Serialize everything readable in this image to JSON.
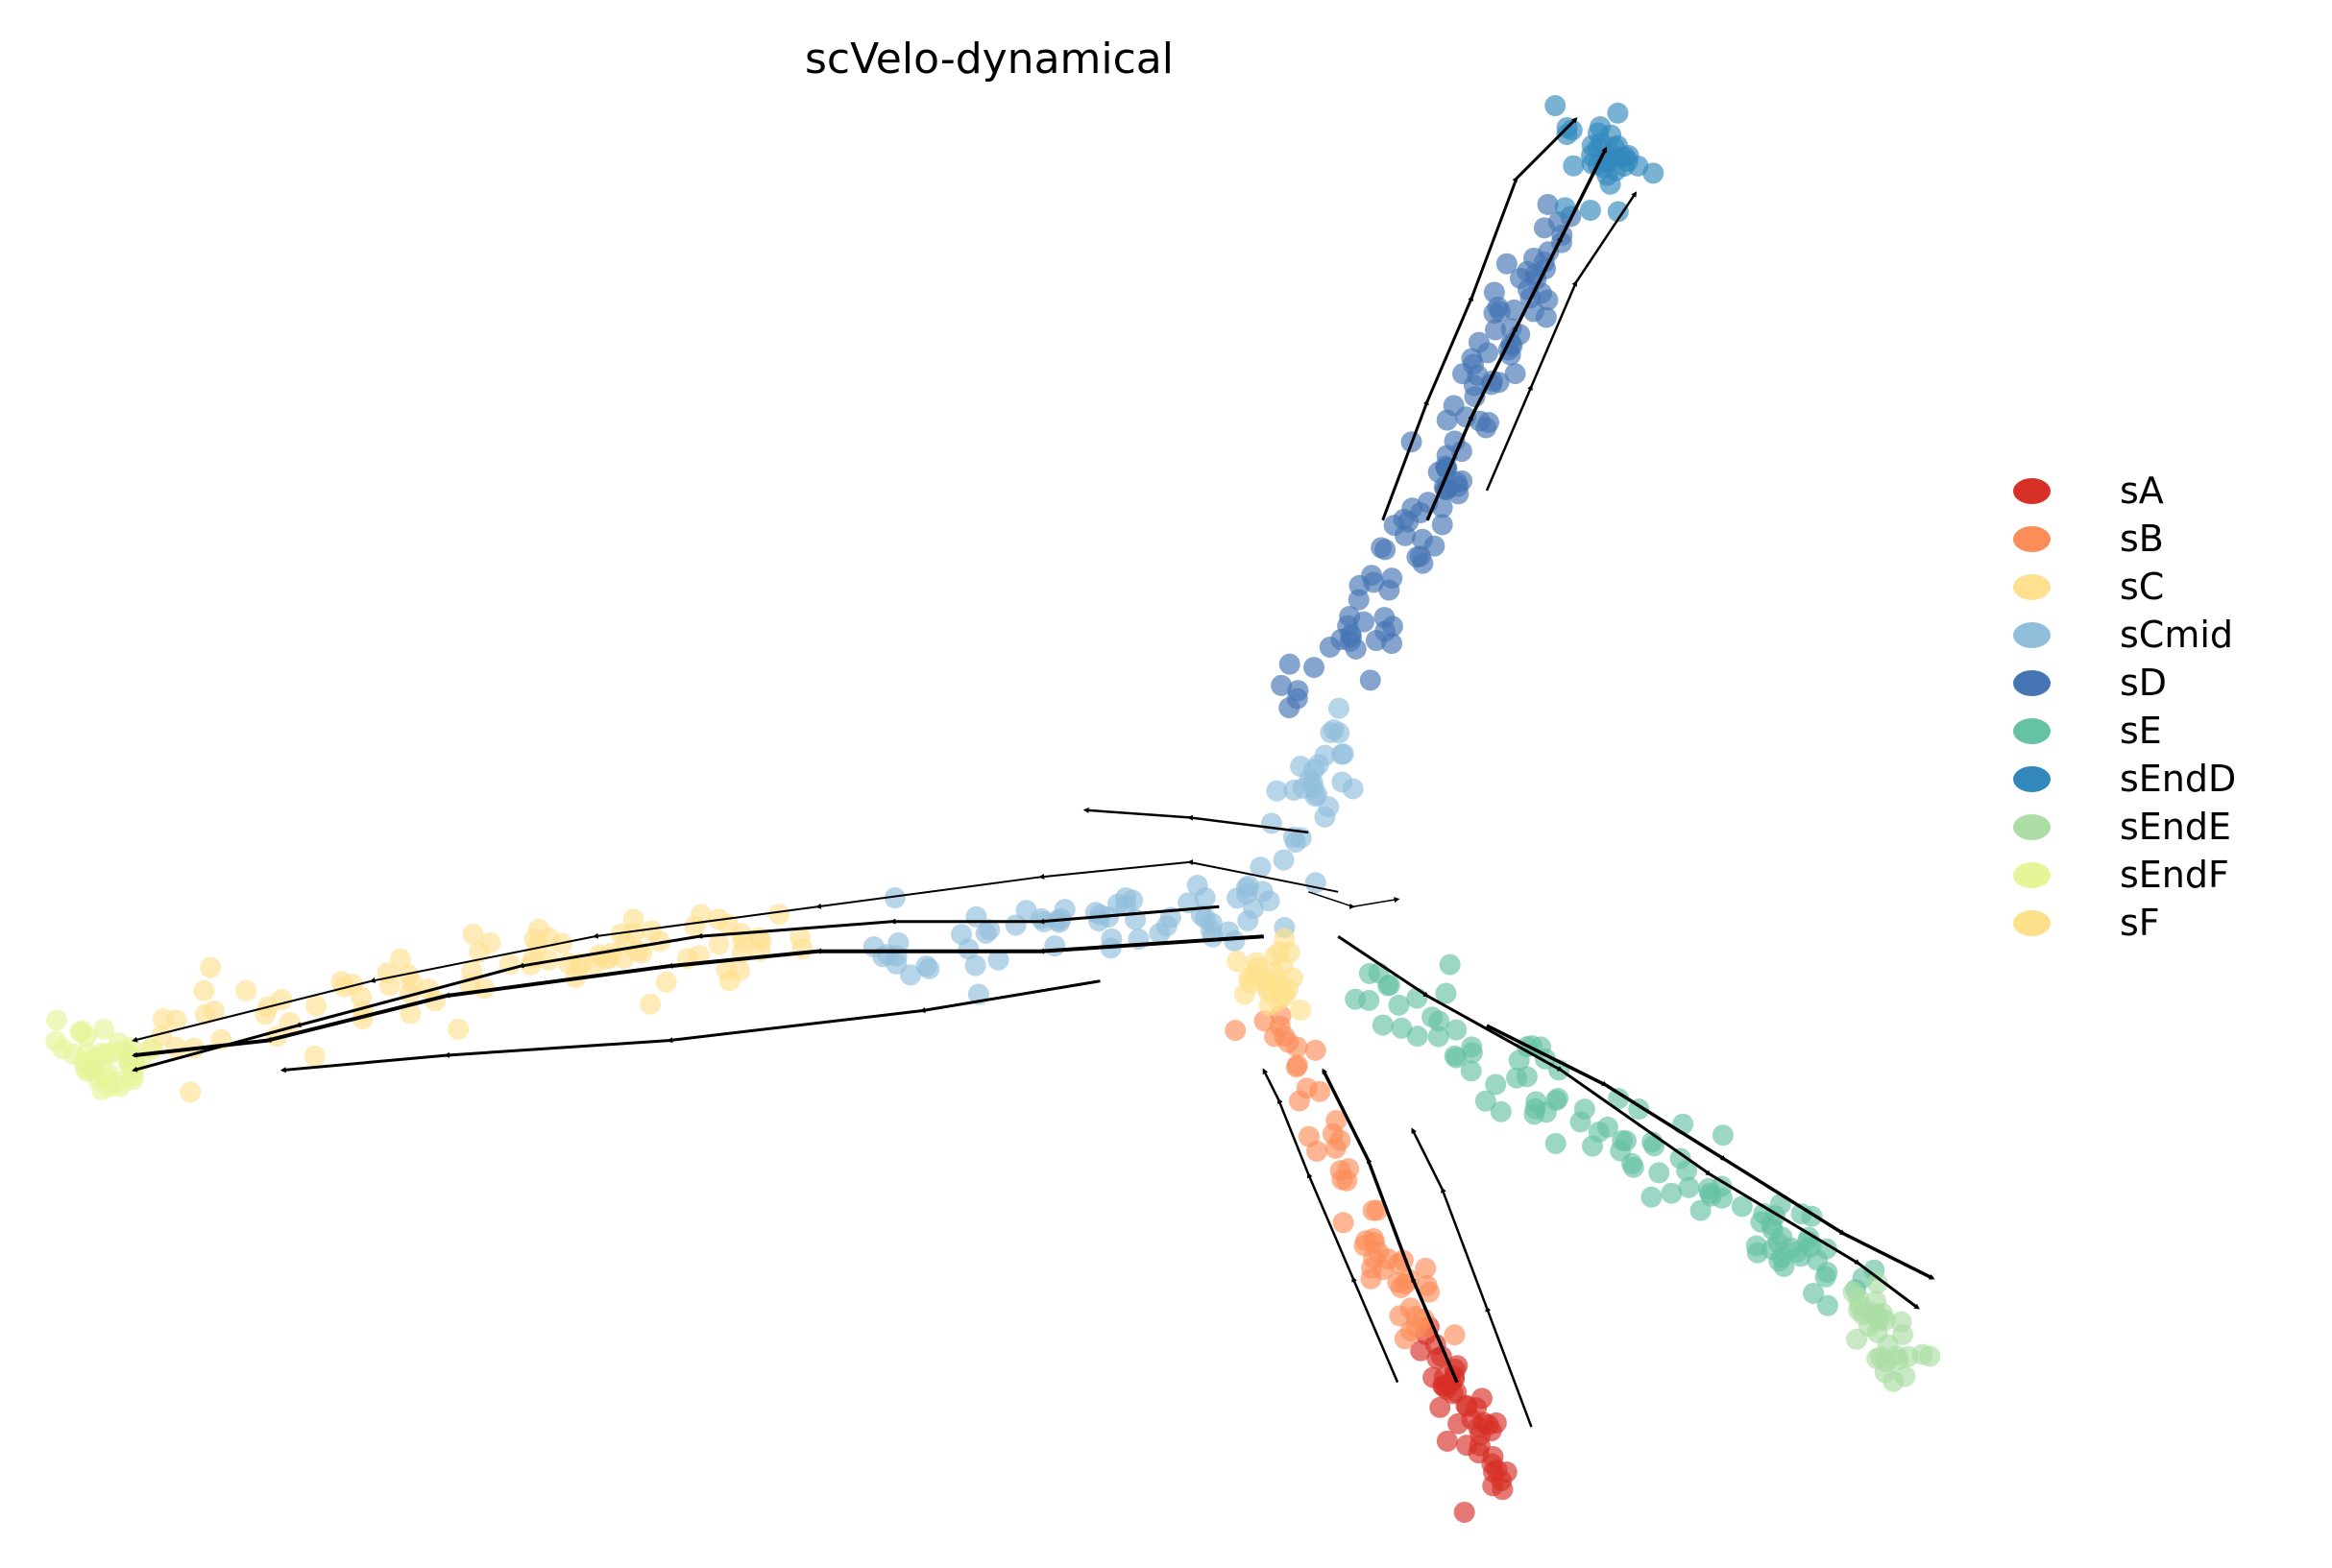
{
  "chart_data": {
    "type": "scatter",
    "title": "scVelo-dynamical",
    "xlabel": "",
    "ylabel": "",
    "axes_visible": false,
    "y_axis_inverted": true,
    "legend_placement": "right",
    "clusters": [
      {
        "name": "sA",
        "color": "#d73027",
        "count": 45,
        "spread": 1.6,
        "path": [
          [
            96,
            90
          ],
          [
            99,
            96
          ],
          [
            101,
            100
          ]
        ]
      },
      {
        "name": "sB",
        "color": "#fc8d59",
        "count": 55,
        "spread": 1.8,
        "path": [
          [
            86,
            69
          ],
          [
            90,
            78
          ],
          [
            94,
            86
          ],
          [
            96,
            90
          ]
        ]
      },
      {
        "name": "sC",
        "color": "#fee090",
        "count": 90,
        "spread": 2.2,
        "path": [
          [
            10,
            70
          ],
          [
            25,
            67
          ],
          [
            40,
            64
          ],
          [
            55,
            63
          ]
        ]
      },
      {
        "name": "sCmid",
        "color": "#91bfdb",
        "count": 90,
        "spread": 2.0,
        "path": [
          [
            60,
            64
          ],
          [
            72,
            62
          ],
          [
            82,
            61
          ],
          [
            87,
            60
          ],
          [
            88,
            54
          ],
          [
            90,
            49
          ]
        ]
      },
      {
        "name": "sD",
        "color": "#4575b4",
        "count": 110,
        "spread": 2.0,
        "path": [
          [
            88,
            47
          ],
          [
            91,
            43
          ],
          [
            95,
            36
          ],
          [
            99,
            28
          ],
          [
            102,
            20
          ],
          [
            105,
            13
          ]
        ]
      },
      {
        "name": "sE",
        "color": "#66c2a5",
        "count": 100,
        "spread": 2.2,
        "path": [
          [
            91,
            66
          ],
          [
            100,
            71
          ],
          [
            110,
            77
          ],
          [
            120,
            83
          ],
          [
            124,
            87
          ]
        ]
      },
      {
        "name": "sEndD",
        "color": "#3288bd",
        "count": 35,
        "spread": 1.6,
        "path": [
          [
            106,
            9
          ],
          [
            109,
            11
          ],
          [
            107,
            14
          ]
        ]
      },
      {
        "name": "sEndE",
        "color": "#abdda4",
        "count": 30,
        "spread": 1.4,
        "path": [
          [
            125,
            88
          ],
          [
            128,
            90
          ],
          [
            127,
            92
          ]
        ]
      },
      {
        "name": "sEndF",
        "color": "#e6f598",
        "count": 40,
        "spread": 1.6,
        "path": [
          [
            5,
            70
          ],
          [
            7,
            72
          ],
          [
            9,
            71
          ]
        ]
      },
      {
        "name": "sF",
        "color": "#fee08b",
        "count": 25,
        "spread": 1.5,
        "path": [
          [
            84,
            65
          ],
          [
            86,
            67
          ],
          [
            87,
            64
          ]
        ]
      }
    ],
    "streamlines": [
      {
        "width": 2,
        "points": [
          [
            90,
            60
          ],
          [
            80,
            58
          ],
          [
            70,
            59
          ],
          [
            55,
            61
          ],
          [
            40,
            63
          ],
          [
            25,
            66
          ],
          [
            9,
            70
          ]
        ]
      },
      {
        "width": 4,
        "points": [
          [
            85,
            63
          ],
          [
            70,
            64
          ],
          [
            55,
            64
          ],
          [
            45,
            65
          ],
          [
            30,
            67
          ],
          [
            18,
            70
          ],
          [
            9,
            71
          ]
        ]
      },
      {
        "width": 3,
        "points": [
          [
            82,
            61
          ],
          [
            70,
            62
          ],
          [
            60,
            62
          ],
          [
            47,
            63
          ],
          [
            35,
            65
          ],
          [
            20,
            69
          ],
          [
            9,
            72
          ]
        ]
      },
      {
        "width": 3,
        "points": [
          [
            74,
            66
          ],
          [
            62,
            68
          ],
          [
            45,
            70
          ],
          [
            30,
            71
          ],
          [
            19,
            72
          ]
        ]
      },
      {
        "width": 2.5,
        "points": [
          [
            88,
            56
          ],
          [
            80,
            55
          ],
          [
            73,
            54.5
          ]
        ]
      },
      {
        "width": 3,
        "points": [
          [
            93,
            35
          ],
          [
            96,
            27
          ],
          [
            99,
            20
          ],
          [
            102,
            12
          ],
          [
            106,
            8
          ]
        ]
      },
      {
        "width": 3.5,
        "points": [
          [
            96,
            35
          ],
          [
            99,
            28
          ],
          [
            102,
            22
          ],
          [
            105,
            16
          ],
          [
            108,
            10
          ]
        ]
      },
      {
        "width": 2.5,
        "points": [
          [
            100,
            33
          ],
          [
            103,
            26
          ],
          [
            106,
            19
          ],
          [
            110,
            13
          ]
        ]
      },
      {
        "width": 2.5,
        "points": [
          [
            94,
            93
          ],
          [
            91,
            86
          ],
          [
            88,
            79
          ],
          [
            86,
            74
          ],
          [
            85,
            72
          ]
        ]
      },
      {
        "width": 3.5,
        "points": [
          [
            98,
            93
          ],
          [
            95,
            86
          ],
          [
            92,
            78
          ],
          [
            89,
            72
          ]
        ]
      },
      {
        "width": 2.5,
        "points": [
          [
            103,
            96
          ],
          [
            100,
            88
          ],
          [
            97,
            80
          ],
          [
            95,
            76
          ]
        ]
      },
      {
        "width": 3,
        "points": [
          [
            90,
            63
          ],
          [
            96,
            67
          ],
          [
            105,
            72
          ],
          [
            115,
            79
          ],
          [
            125,
            85
          ],
          [
            129,
            88
          ]
        ]
      },
      {
        "width": 3.5,
        "points": [
          [
            100,
            69
          ],
          [
            108,
            73
          ],
          [
            116,
            78
          ],
          [
            124,
            83
          ],
          [
            130,
            86
          ]
        ]
      },
      {
        "width": 1.5,
        "points": [
          [
            88,
            60
          ],
          [
            91,
            61
          ],
          [
            94,
            60.5
          ]
        ]
      }
    ],
    "legend": [
      "sA",
      "sB",
      "sC",
      "sCmid",
      "sD",
      "sE",
      "sEndD",
      "sEndE",
      "sEndF",
      "sF"
    ]
  }
}
